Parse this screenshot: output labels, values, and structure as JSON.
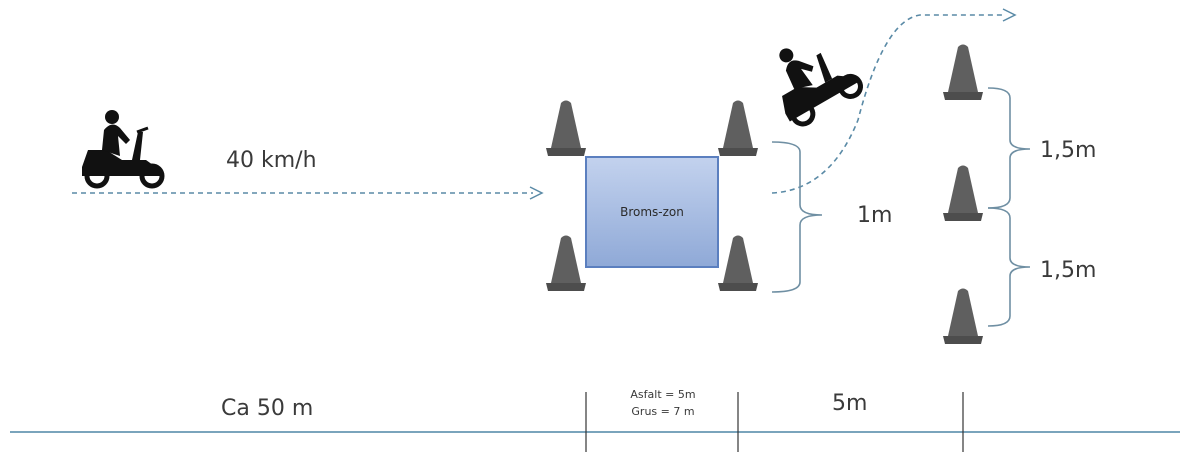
{
  "diagram": {
    "speed_label": "40 km/h",
    "brake_zone_label": "Broms-zon",
    "gap_label": "1m",
    "spacing_top_label": "1,5m",
    "spacing_bottom_label": "1,5m",
    "approach_distance_label": "Ca 50 m",
    "asphalt_label": "Asfalt = 5m",
    "gravel_label": "Grus = 7 m",
    "evasion_distance_label": "5m"
  },
  "colors": {
    "brake_zone_fill": "#a9bde0",
    "brake_zone_border": "#5b7fbf",
    "path_line": "#5a8aa6",
    "ground_line": "#4f86a6",
    "cone": "#5f5f5f",
    "bracket": "#6f8fa3"
  },
  "icons": [
    "scooter-rider-icon",
    "tilted-scooter-rider-icon",
    "traffic-cone-icon"
  ]
}
